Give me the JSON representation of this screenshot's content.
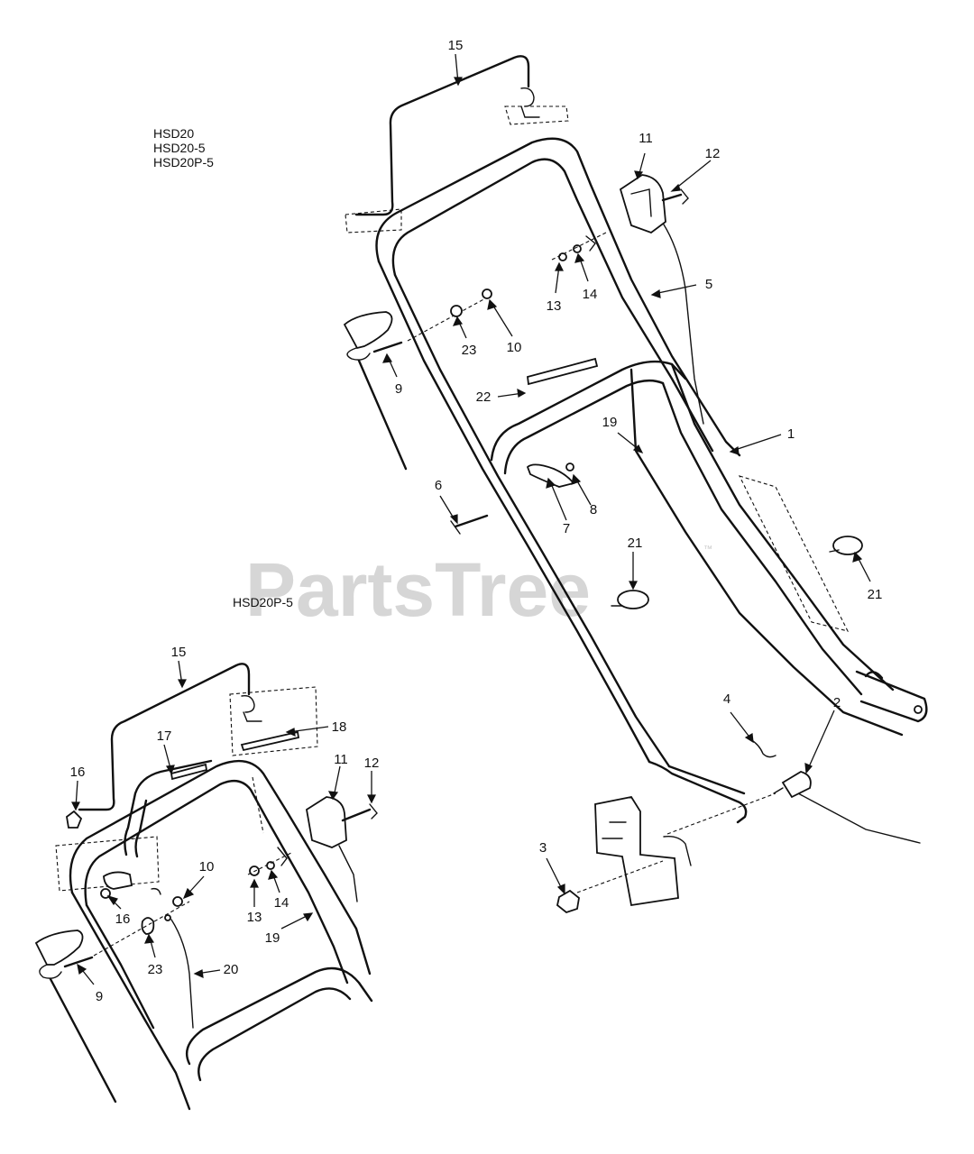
{
  "models": {
    "main": [
      "HSD20",
      "HSD20-5",
      "HSD20P-5"
    ],
    "inset": "HSD20P-5"
  },
  "watermark": {
    "text": "PartsTree",
    "mark": "™"
  },
  "callouts": {
    "main": [
      "15",
      "11",
      "12",
      "5",
      "13",
      "14",
      "23",
      "10",
      "9",
      "22",
      "19",
      "1",
      "8",
      "7",
      "6",
      "21",
      "21",
      "4",
      "2",
      "3"
    ],
    "inset": [
      "15",
      "18",
      "17",
      "16",
      "11",
      "12",
      "10",
      "16",
      "14",
      "13",
      "19",
      "23",
      "20",
      "9"
    ]
  }
}
